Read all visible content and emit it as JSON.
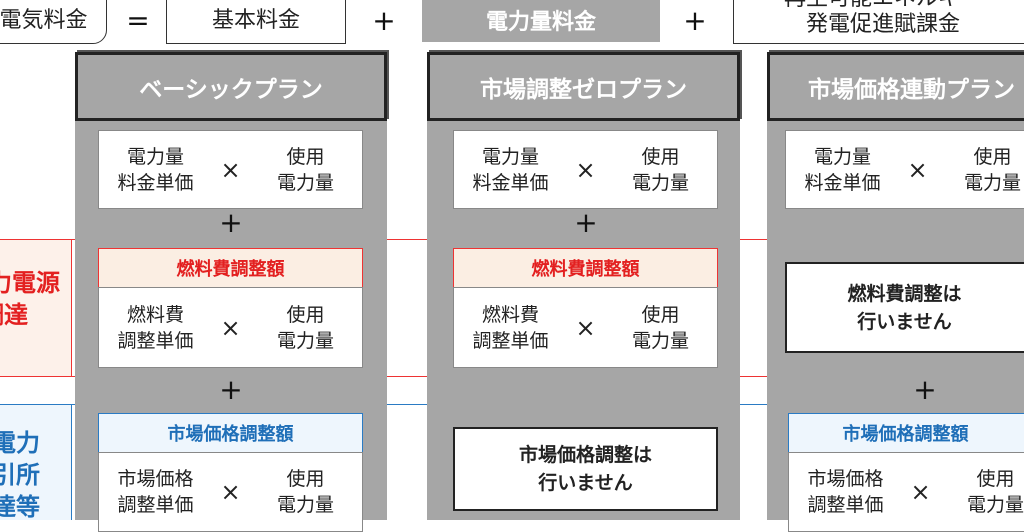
{
  "formula": {
    "total": "電気料金",
    "eq": "=",
    "basic": "基本料金",
    "plus": "+",
    "energy": "電力量料金",
    "renewable": [
      "再生可能エネルギー",
      "発電促進賦課金"
    ]
  },
  "rows": {
    "fuel_label": [
      "力電源",
      "調達"
    ],
    "market_label": [
      "電力",
      "引所",
      "達等"
    ]
  },
  "plans": [
    {
      "name": "ベーシックプラン"
    },
    {
      "name": "市場調整ゼロプラン"
    },
    {
      "name": "市場価格連動プラン"
    }
  ],
  "terms": {
    "unit_price": [
      "電力量",
      "料金単価"
    ],
    "usage": [
      "使用",
      "電力量"
    ],
    "times": "×",
    "plus": "+",
    "fuel_header": "燃料費調整額",
    "fuel_unit": [
      "燃料費",
      "調整単価"
    ],
    "market_header": "市場価格調整額",
    "market_unit": [
      "市場価格",
      "調整単価"
    ],
    "fuel_none": [
      "燃料費調整は",
      "行いません"
    ],
    "market_none": [
      "市場価格調整は",
      "行いません"
    ]
  }
}
